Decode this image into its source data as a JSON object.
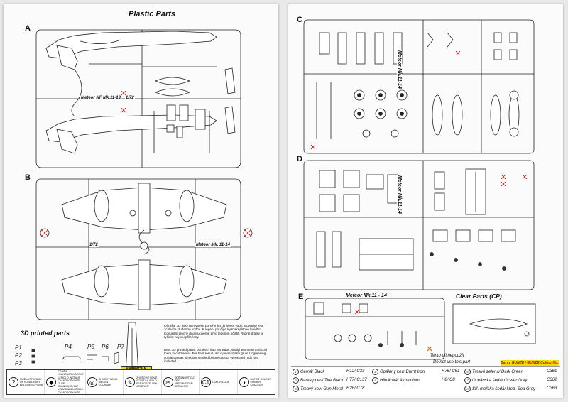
{
  "left_page": {
    "title": "Plastic Parts",
    "sprues": {
      "a": {
        "letter": "A",
        "label": "Meteor NF Mk.11-13",
        "scale": "1/72"
      },
      "b": {
        "letter": "B",
        "label": "Meteor Mk. 11-14",
        "scale": "1/72"
      }
    },
    "printed_title": "3D printed parts",
    "printed_parts": [
      "P1",
      "P2",
      "P3",
      "P4",
      "P5",
      "P6",
      "P7"
    ],
    "printed_cz": "Ohrušte 3D tisky narovnejte ponořením do horké vody, srovnejte je a zchlaďte studenou vodou. K lepení použijte kyanakrylátové lepidlo! Kontaktní plochy doporučujeme před lepením očistit. Různé drátky a tyčinky nejsou přiloženy.",
    "printed_en": "Bent 3D printed parts: put them into hot water, straighten them and cool them in cold water. For best result use cyanoacrylate glue! Ungreasing contact areas is recommended before gluing. Wires and rods not included.",
    "symbols_title": "SYMBOLS",
    "symbols": [
      {
        "icon": "?",
        "text": "MOŽNOST VOLBY OPTIONAL NACH BELIEBEN OPTION"
      },
      {
        "icon": "◆",
        "text": "POUŽIJ KYANOAKRYLÁTOVÉ LEPIDLO INSTANT CYANOACRYLATE GLUE CYANOAKRYLAT VERWENDEN COLLE CYANOACRYLATE"
      },
      {
        "icon": "◎",
        "text": "OHNOUT BEND BIEGEN COURBER"
      },
      {
        "icon": "✎",
        "text": "ZHOTOVIT NOVÉ SCRATCH BUILD FERTIGSTELLEN ACHEVER"
      },
      {
        "icon": "✂",
        "text": "ODŘÍZNOUT CUT OFF ABSCHNEIDEN DETACHER"
      },
      {
        "icon": "C1",
        "text": "COLOR CODE"
      },
      {
        "icon": "◑",
        "text": "MATRIT COLOUR FARBEN COULEUR"
      }
    ]
  },
  "right_page": {
    "sprues": {
      "c": {
        "letter": "C",
        "label": "Meteor Mk.11-14"
      },
      "d": {
        "letter": "D",
        "label": "Meteor Mk.11-14"
      },
      "e": {
        "letter": "E",
        "label": "Meteor Mk.11 - 14"
      }
    },
    "clear_title": "Clear Parts (CP)",
    "no_use_cz": "Tento díl nepoužít",
    "no_use_en": "Do not use this part",
    "brand": "Barvy GUNZE / GUNZE Colour No.",
    "colors": [
      {
        "n": "1",
        "name": "Černá/ Black",
        "code": "H12/ C33"
      },
      {
        "n": "2",
        "name": "Barva pneu/ Tire Black",
        "code": "H77/ C137"
      },
      {
        "n": "3",
        "name": "Tmavý kov/ Gun Metal",
        "code": "H28/ C78"
      },
      {
        "n": "4",
        "name": "Opálený kov/ Burnt Iron",
        "code": "H76/ C61"
      },
      {
        "n": "5",
        "name": "Hliníková/ Aluminium",
        "code": "H8/ C8"
      },
      {
        "n": "6",
        "name": "Tmavě zelená/ Dark Green",
        "code": "C361"
      },
      {
        "n": "7",
        "name": "Oceánská šedá/ Ocean Grey",
        "code": "C362"
      },
      {
        "n": "8",
        "name": "Stř. mořská šedá/ Med. Sea Grey",
        "code": "C363"
      }
    ]
  }
}
